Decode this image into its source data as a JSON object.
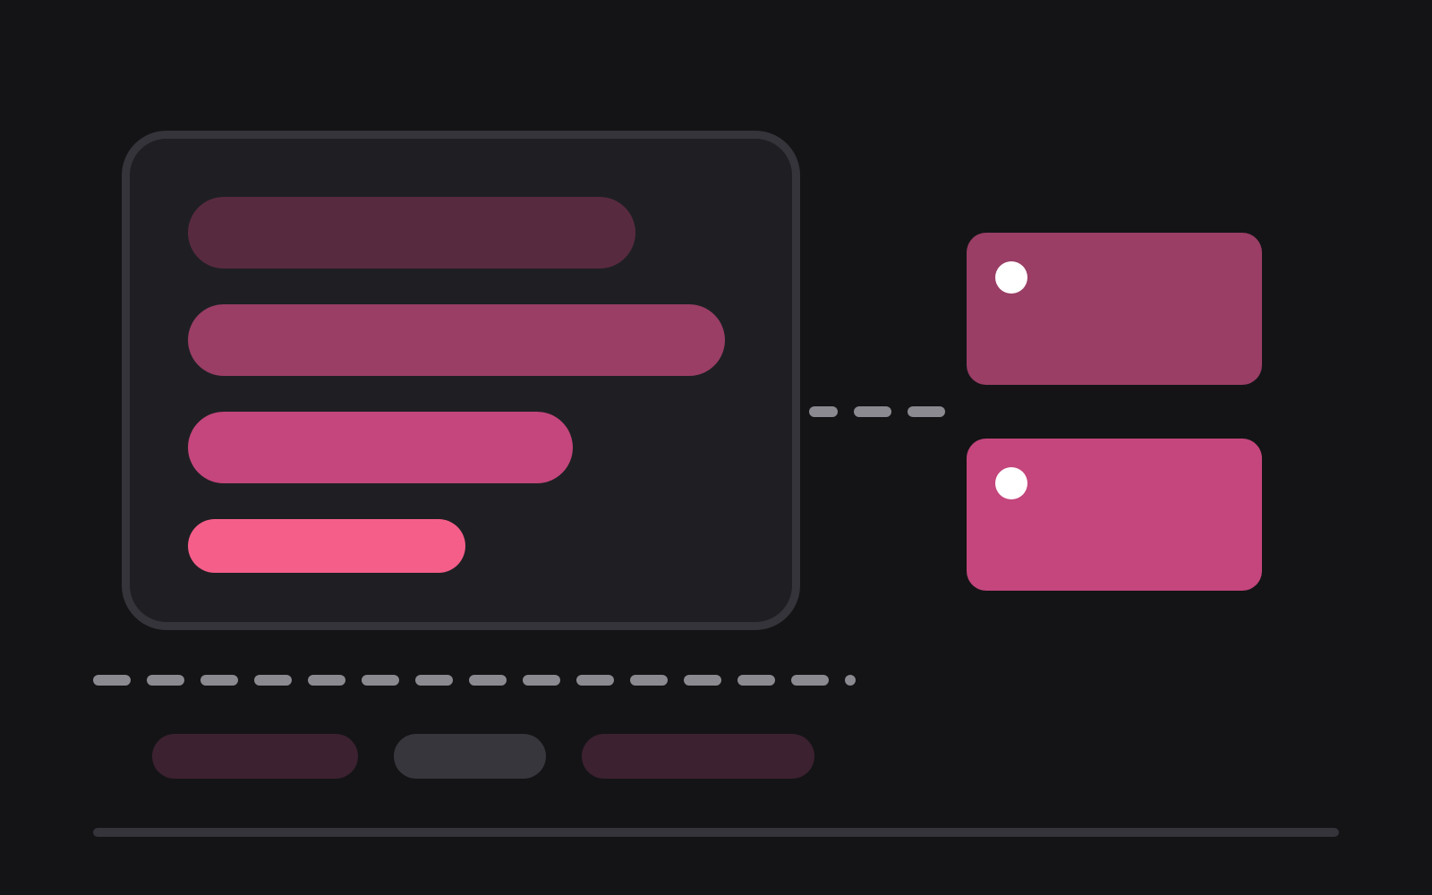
{
  "colors": {
    "background": "#141416",
    "panel_fill": "#1f1f23",
    "panel_border": "#34343a",
    "bar_1": "#582a40",
    "bar_2": "#9a3e66",
    "bar_3": "#c4467c",
    "bar_4": "#f65e8a",
    "card_1": "#9a3e66",
    "card_2": "#c4467c",
    "connector": "#8a8a90",
    "tag_dark_pink": "#3c2130",
    "tag_gray": "#36363c"
  },
  "panel": {
    "bars": [
      {
        "role": "bar-1"
      },
      {
        "role": "bar-2"
      },
      {
        "role": "bar-3"
      },
      {
        "role": "bar-4"
      }
    ]
  },
  "cards": [
    {
      "icon": "dot-icon"
    },
    {
      "icon": "dot-icon"
    }
  ],
  "tags": [
    {
      "role": "tag-1"
    },
    {
      "role": "tag-2"
    },
    {
      "role": "tag-3"
    }
  ]
}
